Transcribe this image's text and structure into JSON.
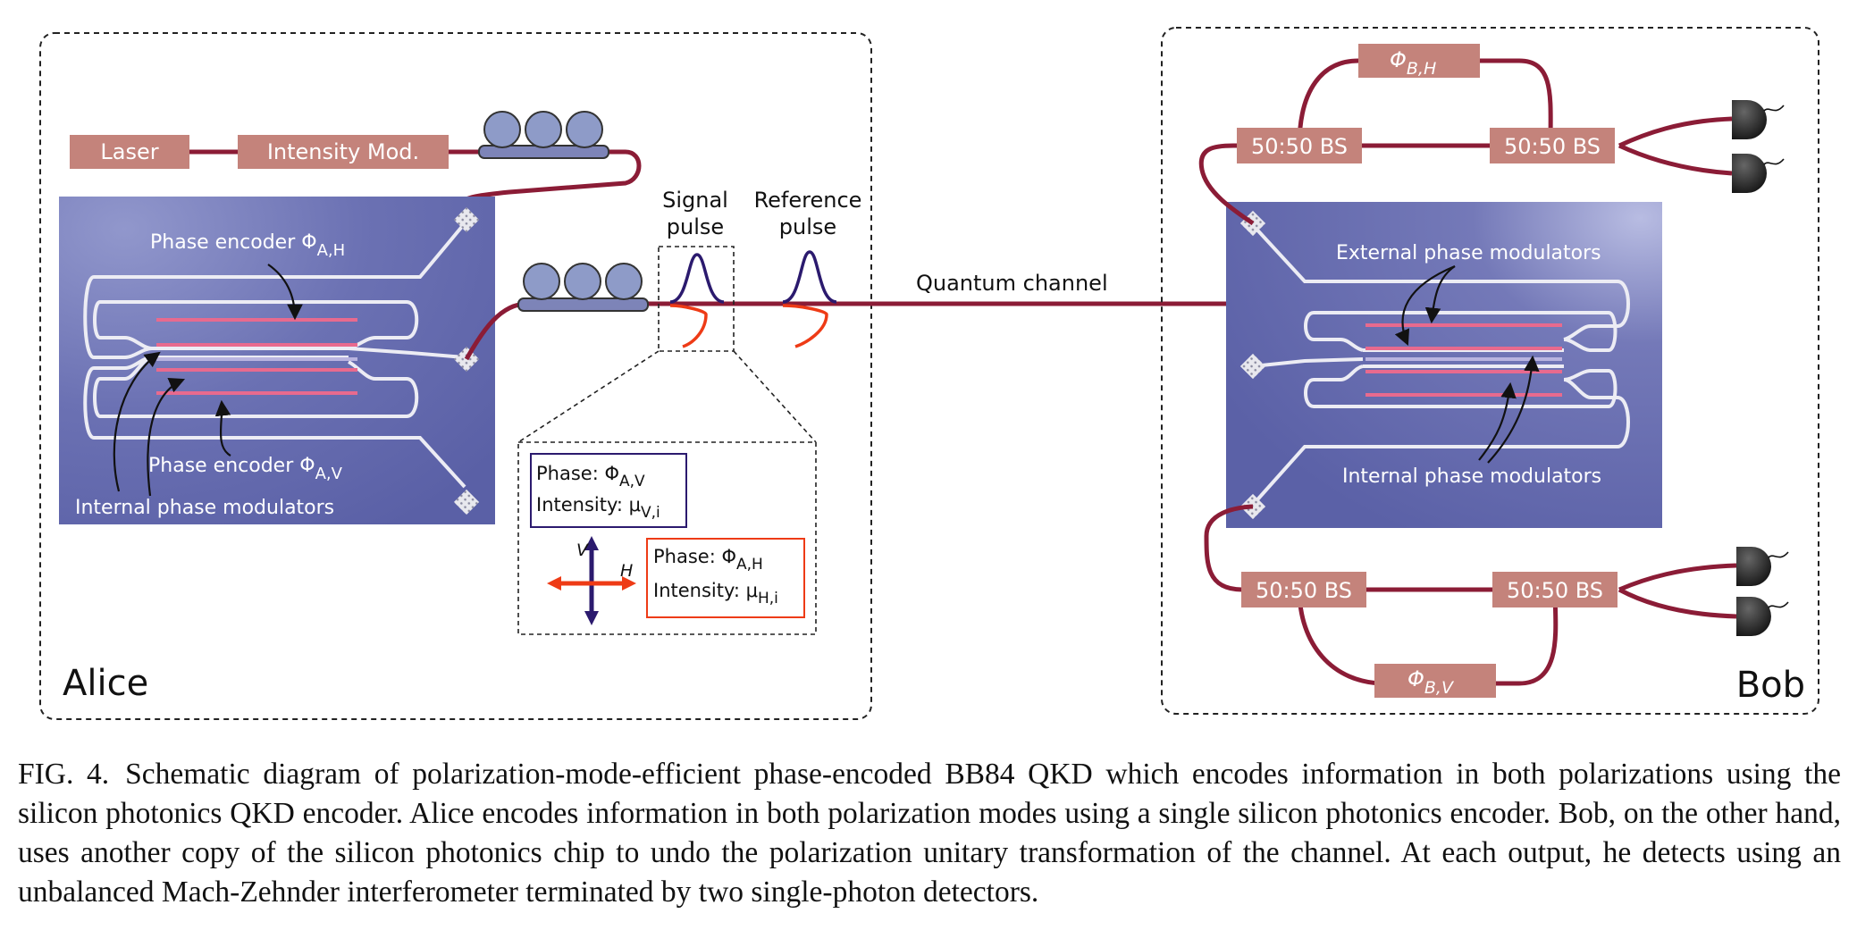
{
  "alice": {
    "label": "Alice",
    "laser": "Laser",
    "intensity_mod": "Intensity Mod.",
    "phase_encoder_h": "Phase encoder Φ",
    "phase_encoder_h_sub": "A,H",
    "phase_encoder_v": "Phase encoder Φ",
    "phase_encoder_v_sub": "A,V",
    "internal_mods": "Internal phase modulators"
  },
  "pulses": {
    "signal_line1": "Signal",
    "signal_line2": "pulse",
    "reference_line1": "Reference",
    "reference_line2": "pulse",
    "quantum_channel": "Quantum channel"
  },
  "inset": {
    "v_phase_label": "Phase: Φ",
    "v_phase_sub": "A,V",
    "v_intensity_label": "Intensity: μ",
    "v_intensity_sub": "V,i",
    "h_phase_label": "Phase: Φ",
    "h_phase_sub": "A,H",
    "h_intensity_label": "Intensity: μ",
    "h_intensity_sub": "H,i",
    "axis_v": "V",
    "axis_h": "H"
  },
  "bob": {
    "label": "Bob",
    "bs_top_left": "50:50 BS",
    "bs_top_right": "50:50 BS",
    "bs_bottom_left": "50:50 BS",
    "bs_bottom_right": "50:50 BS",
    "phase_top": "Φ",
    "phase_top_sub": "B,H",
    "phase_bottom": "Φ",
    "phase_bottom_sub": "B,V",
    "external_mods": "External phase modulators",
    "internal_mods": "Internal phase modulators"
  },
  "caption": {
    "label": "FIG. 4.",
    "text": "Schematic diagram of polarization-mode-efficient phase-encoded BB84 QKD which encodes information in both polarizations using the silicon photonics QKD encoder. Alice encodes information in both polarization modes using a single silicon photonics encoder. Bob, on the other hand, uses another copy of the silicon photonics chip to undo the polarization unitary transformation of the channel. At each output, he detects using an unbalanced Mach-Zehnder interferometer terminated by two single-photon detectors."
  },
  "colors": {
    "fiber": "#8b1c36",
    "box": "#c4837b",
    "chip": "#6a70b0",
    "signal_v": "#2b1a6e",
    "signal_h": "#ee3b16"
  }
}
